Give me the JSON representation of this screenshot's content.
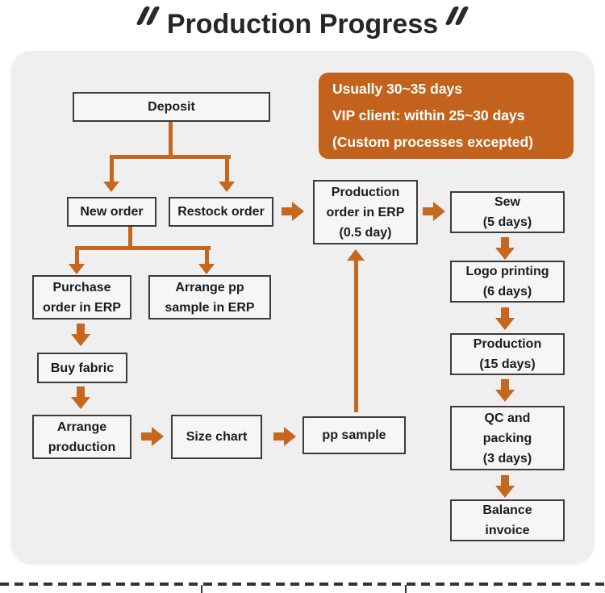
{
  "colors": {
    "accent_orange": "#c7671d",
    "info_box_orange": "#c2621c",
    "panel_gray": "#efefef",
    "text_dark": "#262626"
  },
  "title": {
    "text": "Production Progress",
    "open_quote_icon": "double-slash-quote",
    "close_quote_icon": "double-slash-quote"
  },
  "info_box": {
    "lines": [
      "Usually 30~35 days",
      "VIP client: within 25~30 days",
      "(Custom processes excepted)"
    ]
  },
  "nodes": {
    "deposit": {
      "label": "Deposit"
    },
    "new_order": {
      "label": "New order"
    },
    "restock_order": {
      "label": "Restock order"
    },
    "purchase_order_erp": {
      "label": "Purchase\norder in ERP"
    },
    "arrange_pp_sample_erp": {
      "label": "Arrange pp\nsample in ERP"
    },
    "buy_fabric": {
      "label": "Buy fabric"
    },
    "arrange_production": {
      "label": "Arrange\nproduction"
    },
    "size_chart": {
      "label": "Size chart"
    },
    "pp_sample": {
      "label": "pp sample"
    },
    "production_order_erp": {
      "label": "Production\norder in ERP\n(0.5 day)"
    },
    "sew": {
      "label": "Sew\n(5 days)"
    },
    "logo_printing": {
      "label": "Logo printing\n(6 days)"
    },
    "production": {
      "label": "Production\n(15 days)"
    },
    "qc_packing": {
      "label": "QC and\npacking\n(3 days)"
    },
    "balance_invoice": {
      "label": "Balance\ninvoice"
    }
  }
}
